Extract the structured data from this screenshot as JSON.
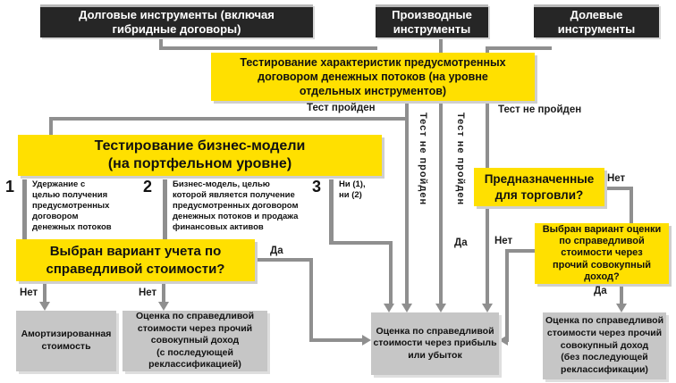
{
  "diagram": {
    "top": {
      "debt": "Долговые инструменты (включая\nгибридные договоры)",
      "derivatives": "Производные\nинструменты",
      "equity": "Долевые\nинструменты"
    },
    "sppi_test": "Тестирование характеристик предусмотренных\nдоговором денежных потоков (на уровне\nотдельных инструментов)",
    "business_model_test": "Тестирование бизнес-модели\n(на портфельном уровне)",
    "bm_options": [
      {
        "num": "1",
        "text": "Удержание с\nцелью получения\nпредусмотренных\nдоговором\nденежных потоков"
      },
      {
        "num": "2",
        "text": "Бизнес-модель, целью\nкоторой является получение\nпредусмотренных договором\nденежных потоков и продажа\nфинансовых активов"
      },
      {
        "num": "3",
        "text": "Ни (1),\nни (2)"
      }
    ],
    "questions": {
      "fv_option": "Выбран вариант учета по\nсправедливой стоимости?",
      "held_for_trading": "Предназначенные\nдля торговли?",
      "foci_election": "Выбран вариант оценки\nпо справедливой\nстоимости через\nпрочий совокупный\nдоход?"
    },
    "outcomes": {
      "amortized_cost": "Амортизированная\nстоимость",
      "foci_recycling": "Оценка по справедливой\nстоимости через прочий\nсовокупный доход\n(с последующей\nреклассификацией)",
      "fvtpl": "Оценка по справедливой\nстоимости через прибыль\nили убыток",
      "foci_no_recycling": "Оценка по справедливой\nстоимости через прочий\nсовокупный доход\n(без последующей\nреклассификации)"
    },
    "labels": {
      "test_passed": "Тест пройден",
      "test_failed": "Тест не пройден",
      "yes": "Да",
      "no": "Нет"
    },
    "colors": {
      "accent_yellow": "#FFE000",
      "dark_box": "#262626",
      "result_gray": "#C6C6C6",
      "connector": "#8F8F8F"
    }
  }
}
